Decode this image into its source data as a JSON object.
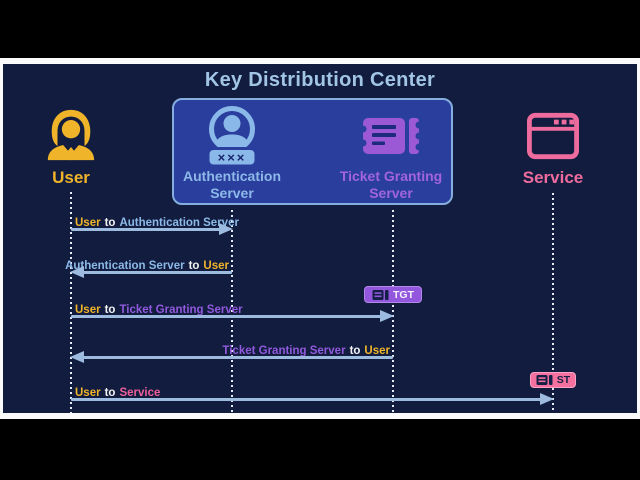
{
  "title": "Key Distribution Center",
  "kdc": {
    "auth_server": {
      "line1": "Authentication",
      "line2": "Server",
      "password_mask": "×××",
      "icon": "id-card-user-icon"
    },
    "tgs": {
      "line1": "Ticket Granting",
      "line2": "Server",
      "icon": "ticket-icon"
    }
  },
  "actors": {
    "user": {
      "label": "User",
      "icon": "woman-user-icon"
    },
    "service": {
      "label": "Service",
      "icon": "browser-window-icon"
    }
  },
  "messages": {
    "m1": {
      "from": "User",
      "mid": "to",
      "to": "Authentication Server",
      "direction": "right"
    },
    "m2": {
      "from": "Authentication Server",
      "mid": "to",
      "to": "User",
      "direction": "left"
    },
    "m3": {
      "from": "User",
      "mid": "to",
      "to": "Ticket Granting Server",
      "direction": "right"
    },
    "m4": {
      "from": "Ticket Granting Server",
      "mid": "to",
      "to": "User",
      "direction": "left"
    },
    "m5": {
      "from": "User",
      "mid": "to",
      "to": "Service",
      "direction": "right"
    }
  },
  "badges": {
    "tgt": {
      "label": "TGT",
      "icon": "ticket-icon",
      "color": "#9257dd"
    },
    "st": {
      "label": "ST",
      "icon": "ticket-icon",
      "color": "#f4719f"
    }
  },
  "colors": {
    "background": "#111c3e",
    "frame": "#fbfbfb",
    "letterbox": "#000000",
    "user_yellow": "#f0b42a",
    "auth_blue": "#8db9e8",
    "tgs_purple": "#9159dd",
    "service_pink": "#ee6b9e",
    "arrow_blue": "#9dbbdf",
    "kdc_box_fill": "#2a3e9d",
    "kdc_box_border": "#85aede",
    "title_blue": "#a2c5e6"
  }
}
